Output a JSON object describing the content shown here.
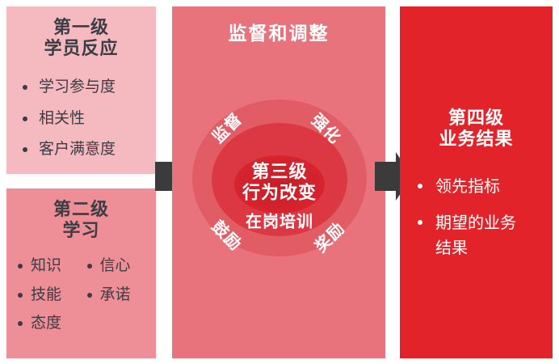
{
  "palette": {
    "level1_bg": "#f5b9c0",
    "level2_bg": "#ee8e96",
    "level3_bg": "#e8737d",
    "level4_bg": "#e2232a",
    "ring_outer": "#e25c66",
    "ring_mid": "#dc3843",
    "ring_inner": "#d8242f",
    "arrow": "#3b3b3b",
    "dark_text": "#3c3c44",
    "light_text": "#ffffff"
  },
  "level1": {
    "title_line1": "第一级",
    "title_line2": "学员反应",
    "bullets": [
      "学习参与度",
      "相关性",
      "客户满意度"
    ]
  },
  "level2": {
    "title_line1": "第二级",
    "title_line2": "学习",
    "col1": [
      "知识",
      "技能",
      "态度"
    ],
    "col2": [
      "信心",
      "承诺"
    ]
  },
  "level3": {
    "header": "监督和调整",
    "title_line1": "第三级",
    "title_line2": "行为改变",
    "core_label": "在岗培训",
    "ring_labels": {
      "top_left": "监督",
      "top_right": "强化",
      "bottom_left": "鼓励",
      "bottom_right": "奖励"
    }
  },
  "level4": {
    "title_line1": "第四级",
    "title_line2": "业务结果",
    "bullets": [
      "领先指标",
      "期望的业务结果"
    ]
  }
}
